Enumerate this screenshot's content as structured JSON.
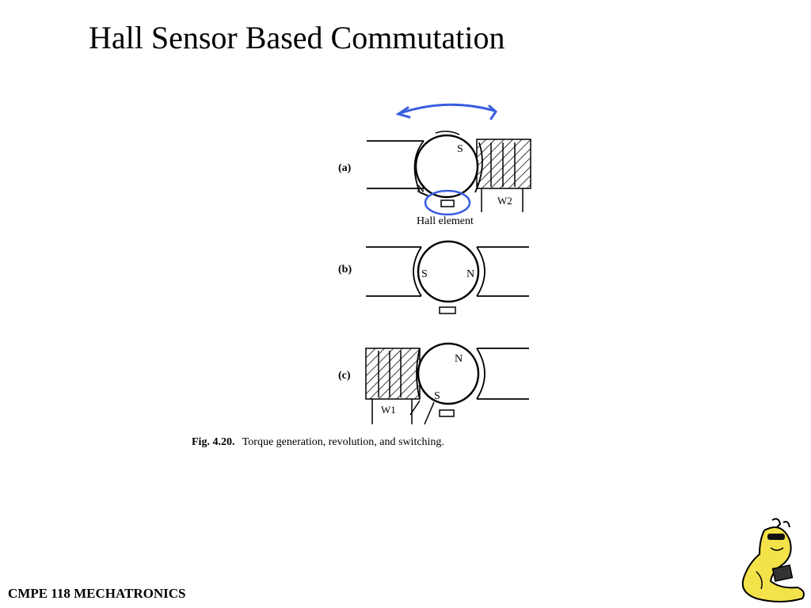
{
  "slide": {
    "title": "Hall Sensor Based Commutation",
    "footer": "CMPE 118 MECHATRONICS"
  },
  "figure": {
    "panels": [
      {
        "label": "(a)",
        "pole_top": "S",
        "pole_bottom": "N",
        "winding": "W2"
      },
      {
        "label": "(b)",
        "pole_left": "S",
        "pole_right": "N"
      },
      {
        "label": "(c)",
        "pole_top": "N",
        "pole_bottom": "S",
        "winding": "W1"
      }
    ],
    "hall_label": "Hall element",
    "caption_bold": "Fig. 4.20.",
    "caption_text": "Torque generation, revolution, and switching."
  },
  "colors": {
    "annotation": "#3a5ee0",
    "mascot_yellow": "#f3e24a"
  }
}
